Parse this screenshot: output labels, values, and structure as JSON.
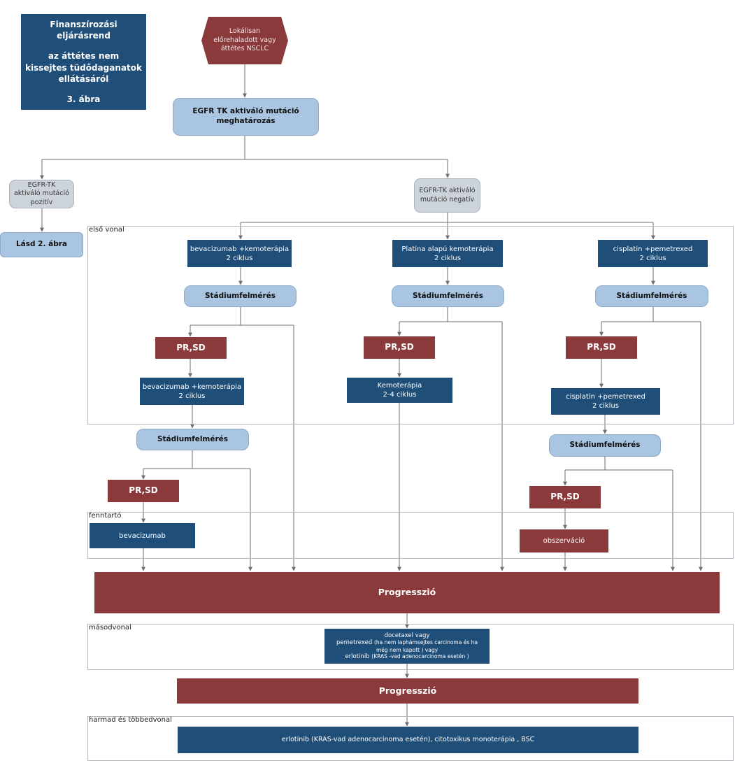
{
  "title": {
    "line1": "Finanszírozási",
    "line2": "eljárásrend",
    "line3": "az áttétes nem",
    "line4": "kissejtes tüdődaganatok",
    "line5": "ellátásáról",
    "line6": "3. ábra"
  },
  "start": {
    "line1": "Lokálisan",
    "line2": "előrehaladott vagy",
    "line3": "áttétes NSCLC"
  },
  "egfr_test": {
    "line1": "EGFR TK aktiváló mutáció",
    "line2": "meghatározás"
  },
  "egfr_pos": {
    "line1": "EGFR-TK",
    "line2": "aktiváló mutáció",
    "line3": "pozitív"
  },
  "egfr_neg": {
    "line1": "EGFR-TK aktiváló",
    "line2": "mutáció negatív"
  },
  "see_fig2": "Lásd 2. ábra",
  "sections": {
    "first_line": "első vonal",
    "maintenance": "fenntartó",
    "second_line": "másodvonal",
    "third_line": "harmad és többedvonal"
  },
  "col1": {
    "treat1_line1": "bevacizumab +kemoterápia",
    "treat1_line2": "2 ciklus",
    "staging1": "Stádiumfelmérés",
    "prsd1": "PR,SD",
    "treat2_line1": "bevacizumab +kemoterápia",
    "treat2_line2": "2 ciklus",
    "staging2": "Stádiumfelmérés",
    "prsd2": "PR,SD",
    "maint": "bevacizumab"
  },
  "col2": {
    "treat1_line1": "Platina alapú kemoterápia",
    "treat1_line2": "2 ciklus",
    "staging1": "Stádiumfelmérés",
    "prsd1": "PR,SD",
    "treat2_line1": "Kemoterápia",
    "treat2_line2": "2-4 ciklus"
  },
  "col3": {
    "treat1_line1": "cisplatin +pemetrexed",
    "treat1_line2": "2 ciklus",
    "staging1": "Stádiumfelmérés",
    "prsd1": "PR,SD",
    "treat2_line1": "cisplatin +pemetrexed",
    "treat2_line2": "2 ciklus",
    "staging2": "Stádiumfelmérés",
    "prsd2": "PR,SD",
    "maint": "obszerváció"
  },
  "progression1": "Progresszió",
  "second_line_box": {
    "line1": "docetaxel vagy",
    "line2a": "pemetrexed",
    "line2b": "(ha nem laphámsejtes carcinoma és ha",
    "line3": "még nem kapott ) vagy",
    "line4a": "erlotinib",
    "line4b": "(KRAS -vad adenocarcinoma esetén )"
  },
  "progression2": "Progresszió",
  "third_line_box": "erlotinib (KRAS-vad adenocarcinoma esetén), citotoxikus monoterápia , BSC",
  "colors": {
    "navy": "#1f4e79",
    "red": "#8b3a3c",
    "lightblue": "#a9c5e2",
    "grey": "#cdd3db"
  }
}
